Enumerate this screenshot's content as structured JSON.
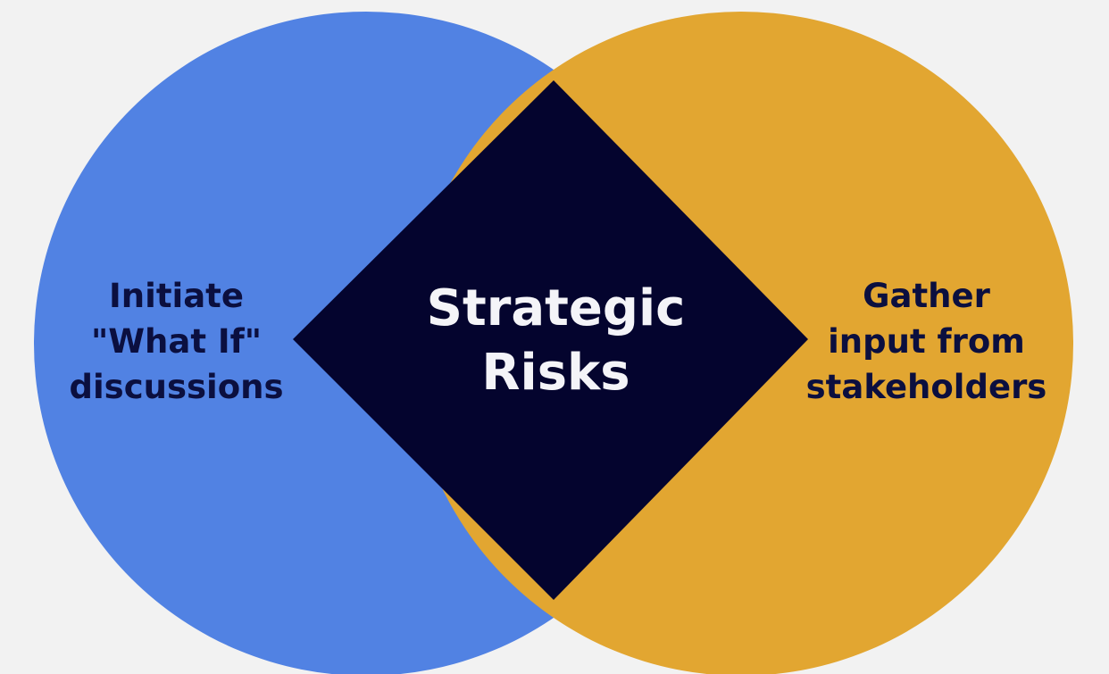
{
  "diagram": {
    "left_circle": {
      "color": "#5182e3",
      "lines": [
        "Initiate",
        "\"What If\"",
        "discussions"
      ]
    },
    "right_circle": {
      "color": "#e2a631",
      "lines": [
        "Gather",
        "input from",
        "stakeholders"
      ]
    },
    "center": {
      "color": "#04042e",
      "lines": [
        "Strategic",
        "Risks"
      ]
    }
  }
}
